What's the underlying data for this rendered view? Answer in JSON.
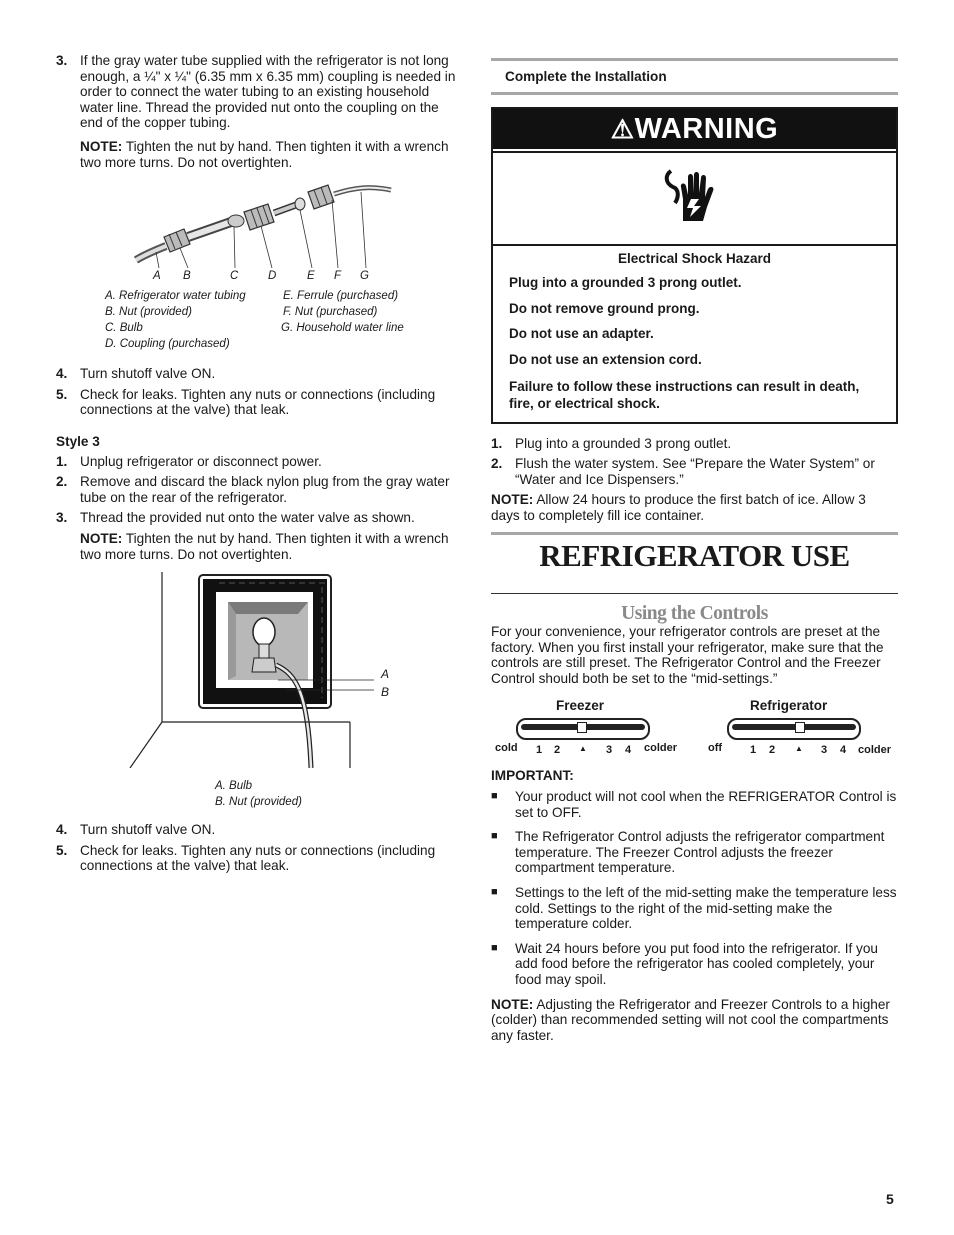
{
  "left": {
    "step3": {
      "num": "3.",
      "text": "If the gray water tube supplied with the refrigerator is not long enough, a ¼\" x ¼\" (6.35 mm x 6.35 mm) coupling is needed in order to connect the water tubing to an existing household water line. Thread the provided nut onto the coupling on the end of the copper tubing."
    },
    "note1": {
      "label": "NOTE:",
      "text": "Tighten the nut by hand. Then tighten it with a wrench two more turns. Do not overtighten."
    },
    "fig1_letters": [
      "A",
      "B",
      "C",
      "D",
      "E",
      "F",
      "G"
    ],
    "fig1_captions": {
      "a": "A. Refrigerator water tubing",
      "b": "B. Nut (provided)",
      "c": "C. Bulb",
      "d": "D. Coupling (purchased)",
      "e": "E. Ferrule (purchased)",
      "f": "F. Nut (purchased)",
      "g": "G. Household water line"
    },
    "step4a": {
      "num": "4.",
      "text": "Turn shutoff valve ON."
    },
    "step5a": {
      "num": "5.",
      "text": "Check for leaks. Tighten any nuts or connections (including connections at the valve) that leak."
    },
    "style3": "Style 3",
    "s3_1": {
      "num": "1.",
      "text": "Unplug refrigerator or disconnect power."
    },
    "s3_2": {
      "num": "2.",
      "text": "Remove and discard the black nylon plug from the gray water tube on the rear of the refrigerator."
    },
    "s3_3": {
      "num": "3.",
      "text": "Thread the provided nut onto the water valve as shown."
    },
    "note2": {
      "label": "NOTE:",
      "text": "Tighten the nut by hand. Then tighten it with a wrench two more turns. Do not overtighten."
    },
    "fig2_letters": [
      "A",
      "B"
    ],
    "fig2_captions": {
      "a": "A. Bulb",
      "b": "B. Nut (provided)"
    },
    "step4b": {
      "num": "4.",
      "text": "Turn shutoff valve ON."
    },
    "step5b": {
      "num": "5.",
      "text": "Check for leaks. Tighten any nuts or connections (including connections at the valve) that leak."
    }
  },
  "right": {
    "complete_heading": "Complete the Installation",
    "warning": {
      "title": "WARNING",
      "hazard": "Electrical Shock Hazard",
      "lines": [
        "Plug into a grounded 3 prong outlet.",
        "Do not remove ground prong.",
        "Do not use an adapter.",
        "Do not use an extension cord.",
        "Failure to follow these instructions can result in death, fire, or electrical shock."
      ]
    },
    "c1": {
      "num": "1.",
      "text": "Plug into a grounded 3 prong outlet."
    },
    "c2": {
      "num": "2.",
      "text": "Flush the water system. See “Prepare the Water System” or “Water and Ice Dispensers.”"
    },
    "note3": {
      "label": "NOTE:",
      "text": "Allow 24 hours to produce the first batch of ice. Allow 3 days to completely fill ice container."
    },
    "section_title": "REFRIGERATOR USE",
    "subsection_title": "Using the Controls",
    "intro": "For your convenience, your refrigerator controls are preset at the factory. When you first install your refrigerator, make sure that the controls are still preset. The Refrigerator Control and the Freezer Control should both be set to the “mid-settings.”",
    "controls": {
      "freezer": {
        "label": "Freezer",
        "left": "cold",
        "ticks": [
          "1",
          "2",
          "3",
          "4"
        ],
        "right": "colder",
        "setting": "mid"
      },
      "refrigerator": {
        "label": "Refrigerator",
        "left": "off",
        "ticks": [
          "1",
          "2",
          "3",
          "4"
        ],
        "right": "colder",
        "setting": "mid"
      }
    },
    "important_label": "IMPORTANT:",
    "bullets": [
      "Your product will not cool when the REFRIGERATOR Control is set to OFF.",
      "The Refrigerator Control adjusts the refrigerator compartment temperature. The Freezer Control adjusts the freezer compartment temperature.",
      "Settings to the left of the mid-setting make the temperature less cold. Settings to the right of the mid-setting make the temperature colder.",
      "Wait 24 hours before you put food into the refrigerator. If you add food before the refrigerator has cooled completely, your food may spoil."
    ],
    "note4": {
      "label": "NOTE:",
      "text": "Adjusting the Refrigerator and Freezer Controls to a higher (colder) than recommended setting will not cool the compartments any faster."
    }
  },
  "page_number": "5"
}
